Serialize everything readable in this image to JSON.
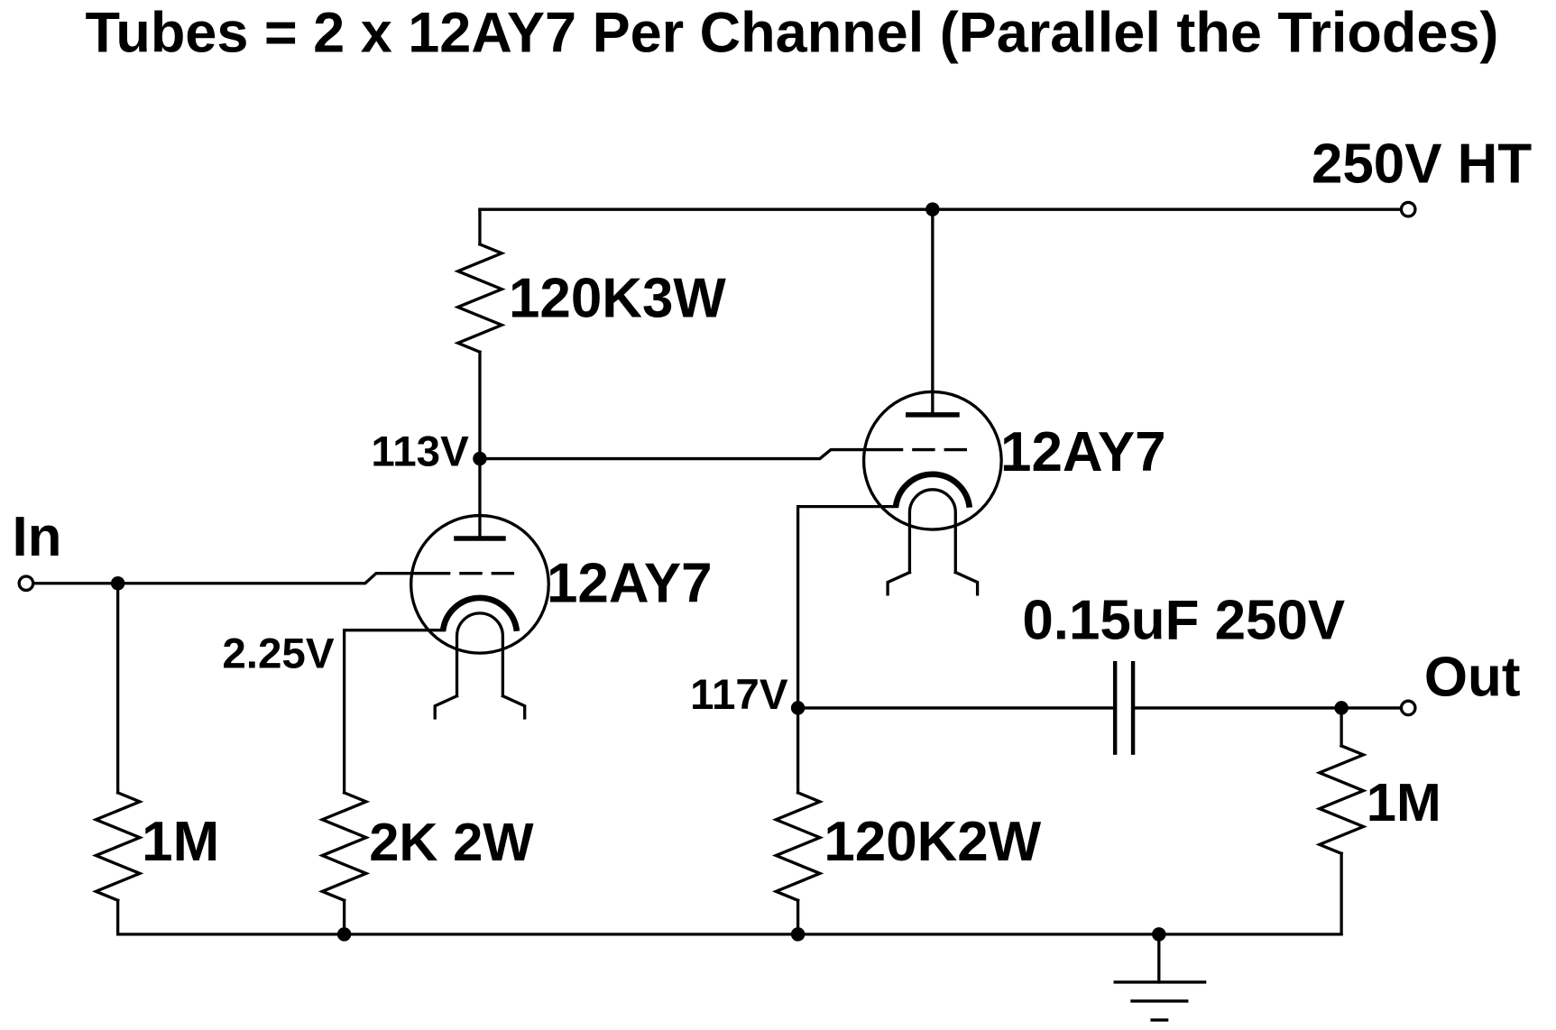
{
  "title": "Tubes = 2 x 12AY7 Per Channel (Parallel the Triodes)",
  "supply_label": "250V HT",
  "input_label": "In",
  "output_label": "Out",
  "stage1": {
    "tube": "12AY7",
    "plate_node_voltage": "113V",
    "cathode_node_voltage": "2.25V",
    "plate_resistor": "120K3W",
    "grid_resistor": "1M",
    "cathode_resistor": "2K 2W"
  },
  "stage2": {
    "tube": "12AY7",
    "cathode_node_voltage": "117V",
    "cathode_resistor": "120K2W",
    "coupling_capacitor": "0.15uF 250V",
    "output_resistor": "1M"
  },
  "colors": {
    "ink": "#000000",
    "background": "#ffffff"
  }
}
